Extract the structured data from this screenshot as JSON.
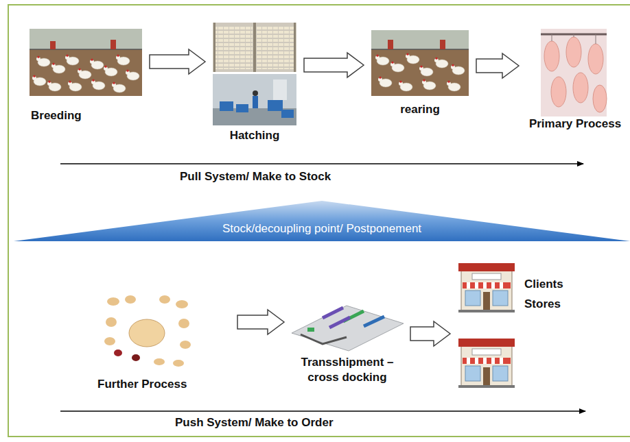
{
  "diagram": {
    "nodes": [
      {
        "text": [
          "Breeding"
        ]
      },
      {
        "text": [
          "Hatching"
        ]
      },
      {
        "text": [
          "rearing"
        ]
      },
      {
        "text": [
          "Primary Process"
        ]
      },
      {
        "text": [
          "Stock/decoupling point/ Postponement"
        ]
      },
      {
        "text": [
          "Further Process"
        ]
      },
      {
        "text": [
          "Transshipment – cross docking"
        ]
      },
      {
        "text": [
          "Clients Stores"
        ]
      }
    ],
    "edges": [
      {
        "from": 0,
        "to": 1,
        "arrow": "to"
      },
      {
        "from": 1,
        "to": 2,
        "arrow": "to"
      },
      {
        "from": 2,
        "to": 3,
        "arrow": "to"
      },
      {
        "from": 5,
        "to": 6,
        "arrow": "to"
      },
      {
        "from": 6,
        "to": 7,
        "arrow": "to"
      }
    ],
    "labels": [
      "Pull System/ Make to Stock",
      "Push System/ Make to Order"
    ]
  }
}
